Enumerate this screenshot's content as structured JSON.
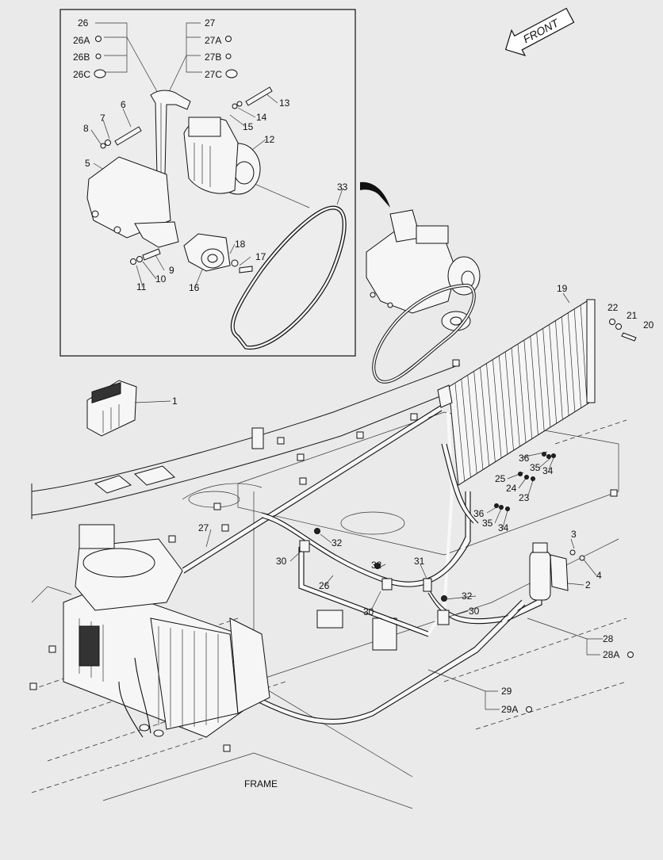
{
  "orientation": {
    "label": "FRONT"
  },
  "frame_label": "FRAME",
  "inset": {
    "callouts": [
      "26",
      "26A",
      "26B",
      "26C",
      "27",
      "27A",
      "27B",
      "27C",
      "6",
      "7",
      "8",
      "5",
      "13",
      "14",
      "15",
      "12",
      "33",
      "18",
      "17",
      "9",
      "10",
      "11",
      "16"
    ]
  },
  "main": {
    "callouts": [
      "1",
      "19",
      "22",
      "21",
      "20",
      "36",
      "35",
      "34",
      "25",
      "24",
      "23",
      "36",
      "35",
      "34",
      "3",
      "4",
      "2",
      "27",
      "32",
      "30",
      "26",
      "32",
      "30",
      "31",
      "32",
      "30",
      "28",
      "28A",
      "29",
      "29A"
    ]
  },
  "colors": {
    "background": "#eaeaea",
    "line": "#1a1a1a",
    "part_fill": "#f6f6f6"
  }
}
